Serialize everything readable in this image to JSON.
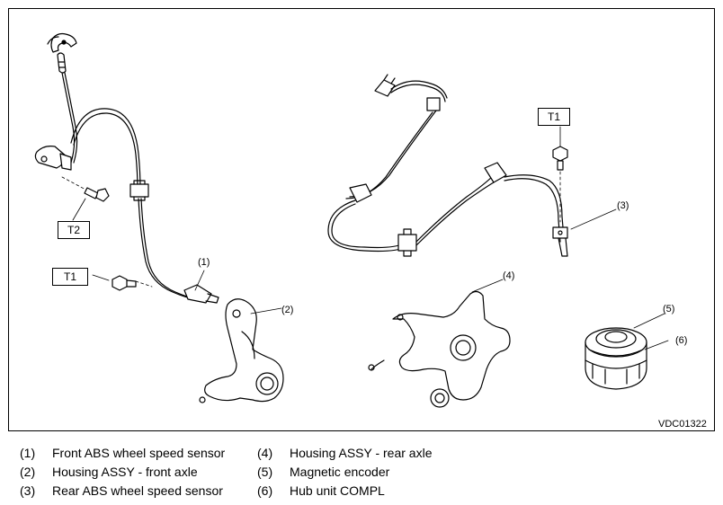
{
  "figure_code": "VDC01322",
  "torque_labels": {
    "t1_front": "T1",
    "t2_front": "T2",
    "t1_rear": "T1"
  },
  "callouts": {
    "c1": "(1)",
    "c2": "(2)",
    "c3": "(3)",
    "c4": "(4)",
    "c5": "(5)",
    "c6": "(6)"
  },
  "legend": [
    {
      "num": "(1)",
      "text": "Front ABS wheel speed sensor"
    },
    {
      "num": "(2)",
      "text": "Housing ASSY - front axle"
    },
    {
      "num": "(3)",
      "text": "Rear ABS wheel speed sensor"
    },
    {
      "num": "(4)",
      "text": "Housing ASSY - rear axle"
    },
    {
      "num": "(5)",
      "text": "Magnetic encoder"
    },
    {
      "num": "(6)",
      "text": "Hub unit COMPL"
    }
  ]
}
